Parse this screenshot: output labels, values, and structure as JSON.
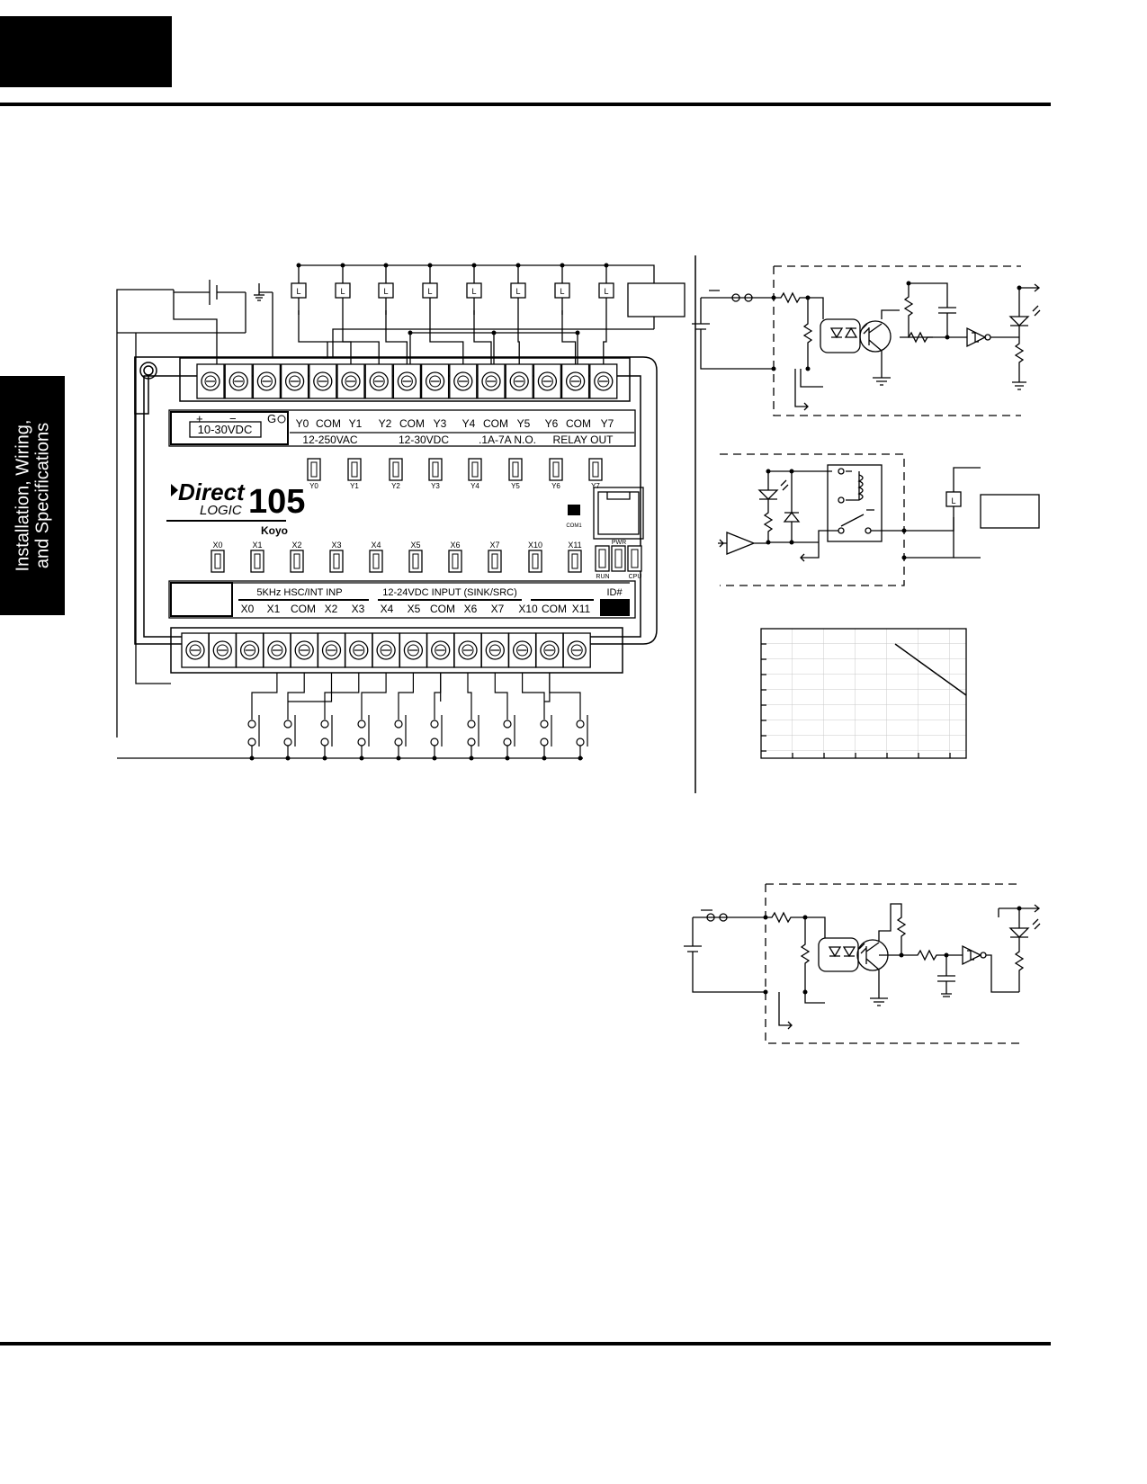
{
  "sidebar": {
    "line1": "Installation, Wiring,",
    "line2": "and Specifications"
  },
  "top_terminal_labels": [
    "Y0",
    "COM",
    "Y1",
    "Y2",
    "COM",
    "Y3",
    "Y4",
    "COM",
    "Y5",
    "Y6",
    "COM",
    "Y7"
  ],
  "power_label": "10-30VDC",
  "power_signs": {
    "plus": "+",
    "minus": "−",
    "ground": "G"
  },
  "output_spec": [
    "12-250VAC",
    "12-30VDC",
    ".1A-7A N.O.",
    "RELAY OUT"
  ],
  "output_leds": [
    "Y0",
    "Y1",
    "Y2",
    "Y3",
    "Y4",
    "Y5",
    "Y6",
    "Y7"
  ],
  "input_leds": [
    "X0",
    "X1",
    "X2",
    "X3",
    "X4",
    "X5",
    "X6",
    "X7",
    "X10",
    "X11"
  ],
  "logo": {
    "direct": "Direct",
    "logic": "LOGIC",
    "model": "105",
    "brand": "Koyo"
  },
  "com_port_label": "COM1",
  "status_leds": [
    "PWR",
    "RUN",
    "CPU"
  ],
  "input_group_labels": [
    "5KHz HSC/INT INP",
    "12-24VDC INPUT (SINK/SRC)"
  ],
  "bottom_terminal_labels": [
    "X0",
    "X1",
    "COM",
    "X2",
    "X3",
    "X4",
    "X5",
    "COM",
    "X6",
    "X7",
    "X10",
    "COM",
    "X11"
  ],
  "id_label": "ID#",
  "load_label": "L"
}
